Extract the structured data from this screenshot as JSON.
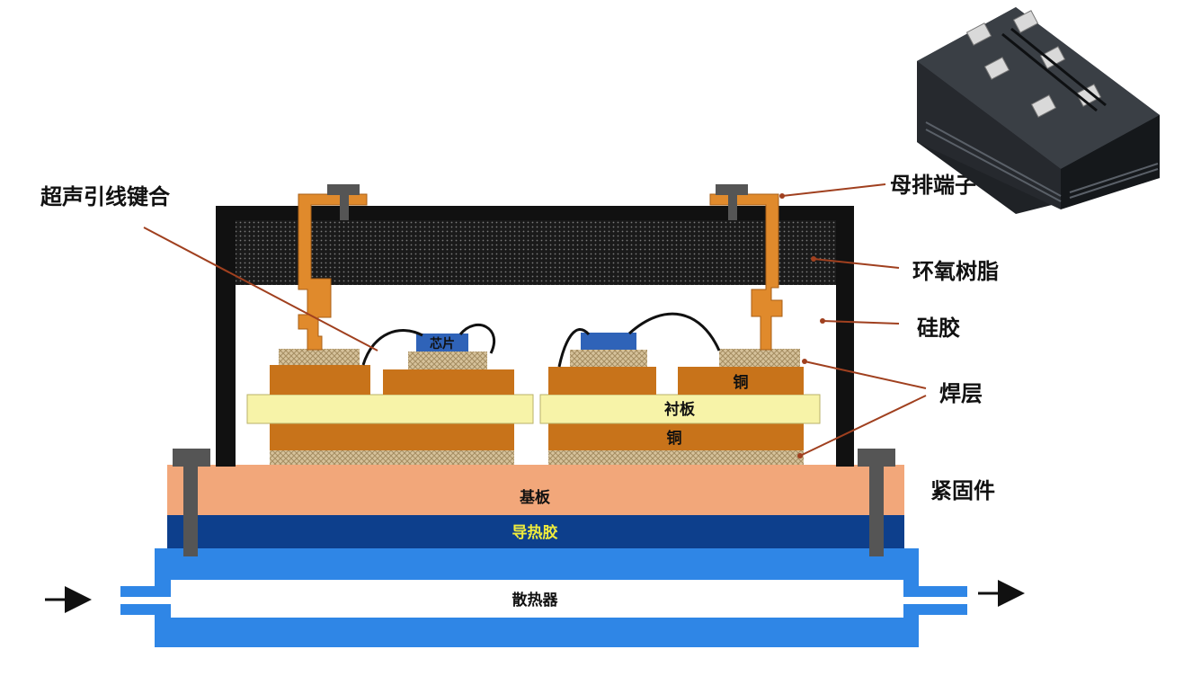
{
  "labels": {
    "ultrasonic_wire_bonding": "超声引线键合",
    "busbar_terminal": "母排端子",
    "epoxy_resin": "环氧树脂",
    "silicone_gel": "硅胶",
    "solder_layer": "焊层",
    "fastener": "紧固件"
  },
  "inner_labels": {
    "chip": "芯片",
    "copper_right": "铜",
    "substrate": "衬板",
    "copper_bottom": "铜",
    "baseplate": "基板",
    "thermal_paste": "导热胶",
    "heatsink": "散热器"
  },
  "colors": {
    "epoxy": "#111111",
    "copper": "#c8731a",
    "terminal": "#e08a2c",
    "substrate": "#f7f3a8",
    "solder": "#c9b48c",
    "chip": "#2f63b8",
    "baseplate": "#f2a77a",
    "thermal_paste": "#0d3f8c",
    "heatsink": "#2f86e6",
    "leader": "#a0401f",
    "thermal_text": "#f0ec3c"
  },
  "flow_arrows": [
    "right-arrow-in",
    "right-arrow-out"
  ]
}
